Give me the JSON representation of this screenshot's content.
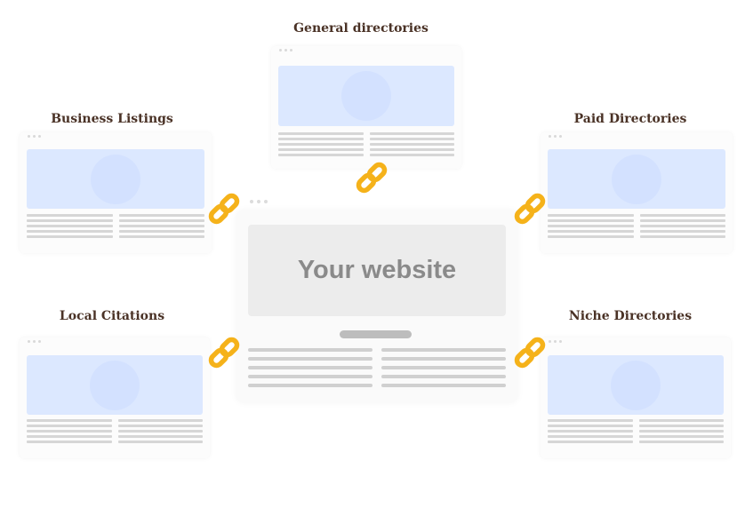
{
  "labels": {
    "general": "General directories",
    "business": "Business Listings",
    "paid": "Paid Directories",
    "local": "Local Citations",
    "niche": "Niche Directories"
  },
  "center": {
    "title": "Your website"
  },
  "colors": {
    "label": "#4a3226",
    "card_hero": "#dce8ff",
    "chain": "#f5b21a",
    "main_hero": "#ececec",
    "main_title": "#8a8a8a"
  },
  "icons": {
    "chain": "chain-link-icon"
  }
}
